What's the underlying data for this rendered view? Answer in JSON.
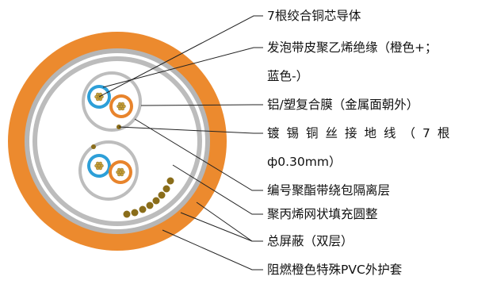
{
  "labels": [
    "7根绞合铜芯导体",
    "发泡带皮聚乙烯绝缘（橙色+；",
    "蓝色-）",
    "铝/塑复合膜（金属面朝外）",
    "镀锡铜丝接地线（7根",
    "ф0.30mm）",
    "编号聚酯带绕包隔离层",
    "聚丙烯网状填充圆整",
    "总屏蔽（双层）",
    "阻燃橙色特殊PVC外护套"
  ],
  "colors": {
    "jacket": "#ec8a2e",
    "screen_gray": "#b4b4b4",
    "filler": "#ffffff",
    "insulation_blue": "#2d9fd8",
    "insulation_orange": "#e8842c",
    "copper": "#c9a23c",
    "drain_wire": "#8a6d1a",
    "leader_line": "#222222"
  }
}
